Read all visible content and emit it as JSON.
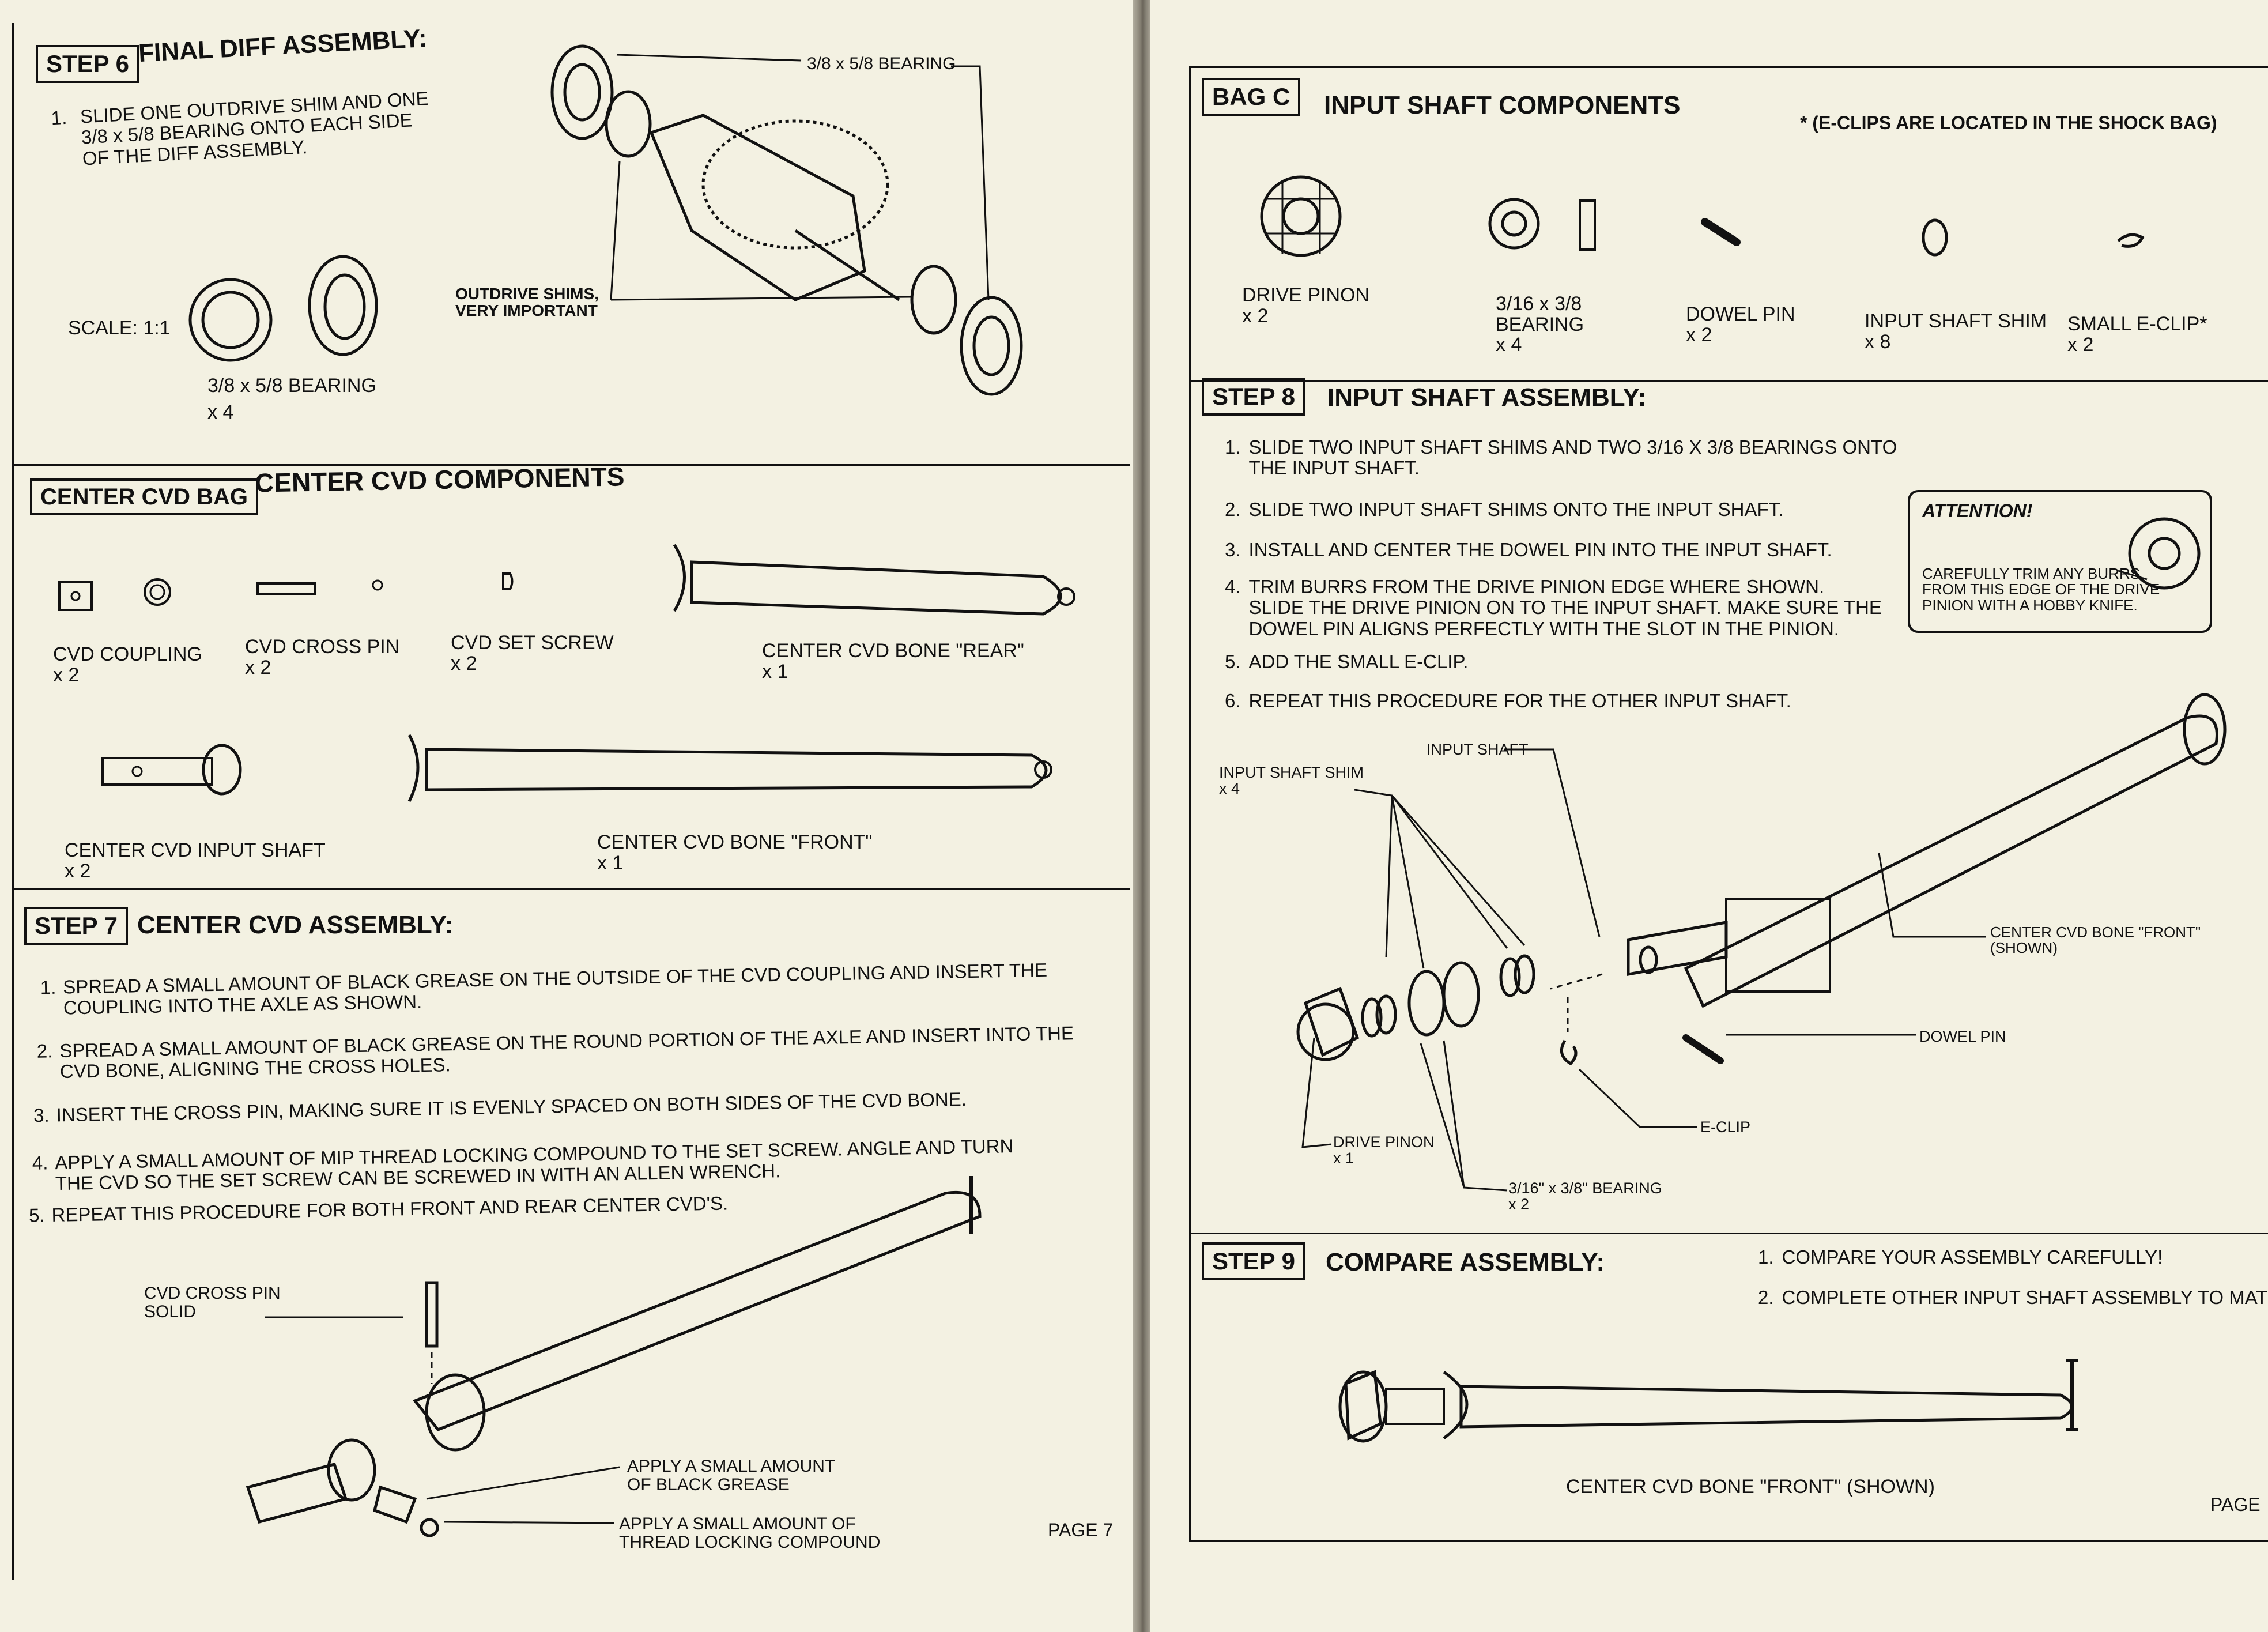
{
  "left_page": {
    "step6": {
      "tag": "STEP 6",
      "title": "FINAL DIFF ASSEMBLY:",
      "instructions": [
        {
          "num": "1.",
          "text": [
            "SLIDE ONE OUTDRIVE SHIM AND ONE",
            "3/8 x 5/8 BEARING ONTO EACH SIDE",
            "OF THE DIFF ASSEMBLY."
          ]
        }
      ],
      "scale": "SCALE:  1:1",
      "bearing_label": "3/8 x 5/8 BEARING",
      "bearing_qty": "x 4",
      "callout_bearing": "3/8 x 5/8 BEARING",
      "callout_shims": [
        "OUTDRIVE SHIMS,",
        "VERY IMPORTANT"
      ]
    },
    "center_cvd_bag": {
      "tag": "CENTER CVD BAG",
      "title": "CENTER CVD COMPONENTS",
      "parts": [
        {
          "name": "CVD COUPLING",
          "qty": "x 2"
        },
        {
          "name": "CVD CROSS PIN",
          "qty": "x 2"
        },
        {
          "name": "CVD SET SCREW",
          "qty": "x 2"
        },
        {
          "name": "CENTER CVD BONE \"REAR\"",
          "qty": "x 1"
        },
        {
          "name": "CENTER CVD INPUT SHAFT",
          "qty": "x 2"
        },
        {
          "name": "CENTER CVD BONE \"FRONT\"",
          "qty": "x 1"
        }
      ]
    },
    "step7": {
      "tag": "STEP 7",
      "title": "CENTER CVD ASSEMBLY:",
      "instructions": [
        {
          "num": "1.",
          "text": [
            "SPREAD A SMALL AMOUNT OF BLACK GREASE ON THE OUTSIDE OF THE CVD COUPLING AND INSERT THE",
            "COUPLING INTO THE AXLE AS SHOWN."
          ]
        },
        {
          "num": "2.",
          "text": [
            "SPREAD A SMALL AMOUNT OF BLACK GREASE ON THE ROUND PORTION OF THE AXLE AND INSERT INTO THE",
            "CVD BONE, ALIGNING THE CROSS HOLES."
          ]
        },
        {
          "num": "3.",
          "text": [
            "INSERT THE CROSS PIN, MAKING SURE IT IS EVENLY SPACED ON BOTH SIDES OF THE CVD BONE."
          ]
        },
        {
          "num": "4.",
          "text": [
            "APPLY A SMALL AMOUNT OF MIP THREAD LOCKING COMPOUND TO THE SET SCREW.  ANGLE AND TURN",
            "THE CVD SO THE SET SCREW CAN BE SCREWED IN WITH AN ALLEN WRENCH."
          ]
        },
        {
          "num": "5.",
          "text": [
            "REPEAT THIS PROCEDURE FOR BOTH FRONT AND REAR CENTER CVD'S."
          ]
        }
      ],
      "callout_pin": [
        "CVD CROSS PIN",
        "SOLID"
      ],
      "callout_grease": [
        "APPLY A SMALL AMOUNT",
        "OF BLACK GREASE"
      ],
      "callout_thread": [
        "APPLY A SMALL AMOUNT OF",
        "THREAD LOCKING COMPOUND"
      ]
    },
    "page_number": "PAGE 7"
  },
  "right_page": {
    "bag_c": {
      "tag": "BAG C",
      "title": "INPUT SHAFT COMPONENTS",
      "note": "* (E-CLIPS ARE LOCATED IN THE SHOCK BAG)",
      "parts": [
        {
          "name": [
            "DRIVE PINON"
          ],
          "qty": "x 2"
        },
        {
          "name": [
            "3/16 x 3/8",
            "BEARING"
          ],
          "qty": "x 4"
        },
        {
          "name": [
            "DOWEL PIN"
          ],
          "qty": "x 2"
        },
        {
          "name": [
            "INPUT SHAFT SHIM"
          ],
          "qty": "x 8"
        },
        {
          "name": [
            "SMALL E-CLIP*"
          ],
          "qty": "x 2"
        }
      ]
    },
    "step8": {
      "tag": "STEP 8",
      "title": "INPUT SHAFT ASSEMBLY:",
      "instructions": [
        {
          "num": "1.",
          "text": [
            "SLIDE TWO INPUT SHAFT SHIMS AND TWO 3/16 X 3/8 BEARINGS ONTO",
            "THE INPUT SHAFT."
          ]
        },
        {
          "num": "2.",
          "text": [
            "SLIDE TWO INPUT SHAFT SHIMS ONTO THE INPUT SHAFT."
          ]
        },
        {
          "num": "3.",
          "text": [
            "INSTALL AND CENTER THE DOWEL PIN INTO THE INPUT SHAFT."
          ]
        },
        {
          "num": "4.",
          "text": [
            "TRIM BURRS FROM THE DRIVE PINION EDGE WHERE SHOWN.",
            "SLIDE THE DRIVE PINION ON TO THE INPUT SHAFT.  MAKE SURE THE",
            "DOWEL PIN ALIGNS PERFECTLY WITH THE SLOT IN THE PINION."
          ]
        },
        {
          "num": "5.",
          "text": [
            "ADD THE SMALL E-CLIP."
          ]
        },
        {
          "num": "6.",
          "text": [
            "REPEAT THIS PROCEDURE FOR THE OTHER INPUT SHAFT."
          ]
        }
      ],
      "attention_title": "ATTENTION!",
      "attention_text": [
        "CAREFULLY TRIM ANY BURRS",
        "FROM THIS EDGE OF THE DRIVE",
        "PINION WITH A HOBBY KNIFE."
      ],
      "callouts": {
        "input_shaft": "INPUT SHAFT",
        "shim": "INPUT SHAFT SHIM",
        "shim_qty": "x 4",
        "bone": "CENTER CVD BONE \"FRONT\"",
        "bone_shown": "(SHOWN)",
        "dowel": "DOWEL PIN",
        "eclip": "E-CLIP",
        "pinion": "DRIVE PINON",
        "pinion_qty": "x 1",
        "bearing": "3/16\" x 3/8\" BEARING",
        "bearing_qty": "x 2"
      }
    },
    "step9": {
      "tag": "STEP 9",
      "title": "COMPARE ASSEMBLY:",
      "instructions": [
        {
          "num": "1.",
          "text": [
            "COMPARE  YOUR ASSEMBLY CAREFULLY!"
          ]
        },
        {
          "num": "2.",
          "text": [
            "COMPLETE OTHER INPUT SHAFT ASSEMBLY TO MATCH."
          ]
        }
      ],
      "caption": "CENTER CVD BONE \"FRONT\" (SHOWN)"
    },
    "page_number": "PAGE"
  }
}
